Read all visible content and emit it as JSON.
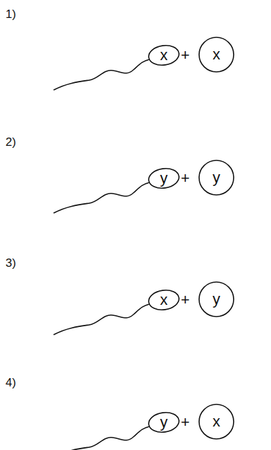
{
  "diagram": {
    "nodes": [
      {
        "text": [
          "x"
        ]
      },
      {
        "text": [
          "x"
        ]
      },
      {
        "text": [
          "y"
        ]
      },
      {
        "text": [
          "y"
        ]
      },
      {
        "text": [
          "x"
        ]
      },
      {
        "text": [
          "y"
        ]
      },
      {
        "text": [
          "y"
        ]
      },
      {
        "text": [
          "x"
        ]
      }
    ],
    "labels": [
      "1)",
      "+",
      "2)",
      "+",
      "3)",
      "+",
      "4)",
      "+"
    ]
  }
}
